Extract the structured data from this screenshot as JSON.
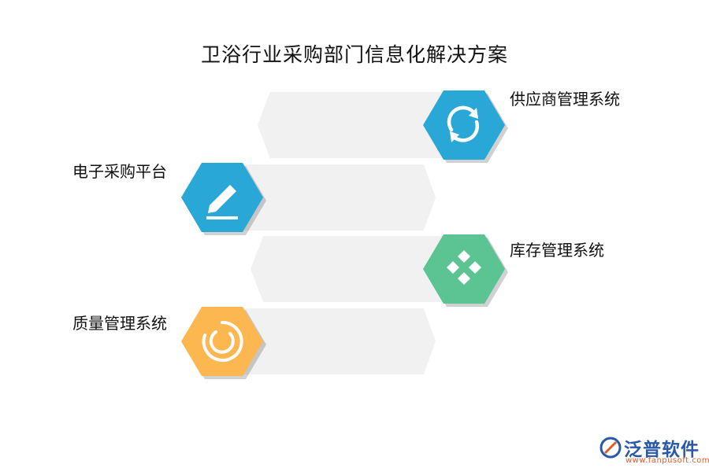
{
  "title": "卫浴行业采购部门信息化解决方案",
  "items": [
    {
      "label": "供应商管理系统",
      "color": "#29a8d8",
      "icon": "refresh-cycle-icon"
    },
    {
      "label": "电子采购平台",
      "color": "#29a8d8",
      "icon": "pencil-edit-icon"
    },
    {
      "label": "库存管理系统",
      "color": "#5cc393",
      "icon": "diamond-grid-icon"
    },
    {
      "label": "质量管理系统",
      "color": "#fdb751",
      "icon": "circle-ring-icon"
    }
  ],
  "band_color": "#f1f1f1",
  "logo": {
    "name": "泛普软件",
    "url": "www.fanpusoft.com"
  }
}
